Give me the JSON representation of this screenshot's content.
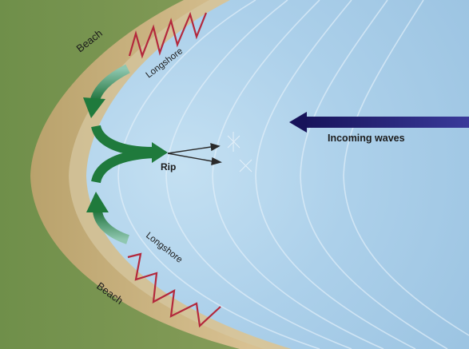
{
  "labels": {
    "beach_top": "Beach",
    "beach_bottom": "Beach",
    "longshore_top": "Longshore",
    "longshore_bottom": "Longshore",
    "rip": "Rip",
    "incoming_waves": "Incoming waves"
  },
  "colors": {
    "sea": "#a9cde6",
    "sand": "#cdb684",
    "land": "#7f9c55",
    "current_arrows": "#1f7a3c",
    "incoming_arrow": "#1d1a66",
    "longshore_zigzag": "#b3283c"
  }
}
